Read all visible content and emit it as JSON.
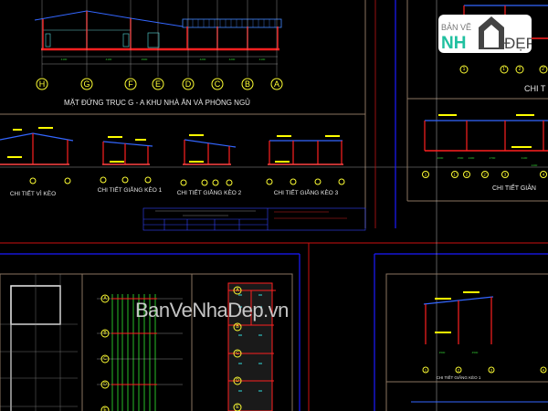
{
  "drawing": {
    "elevation_title": "MẶT ĐỨNG TRỤC G - A KHU NHÀ ĂN VÀ PHÒNG NGỦ",
    "elevation_axes": [
      "H",
      "G",
      "F",
      "E",
      "D",
      "C",
      "B",
      "A"
    ],
    "elevation_dims": [
      "4100",
      "4100",
      "2900",
      "",
      "4200",
      "4200",
      "4100"
    ],
    "details": [
      {
        "title": "CHI TIẾT VÌ KÈO"
      },
      {
        "title": "CHI TIẾT GIẰNG KÈO 1"
      },
      {
        "title": "CHI TIẾT GIẰNG KÈO 2"
      },
      {
        "title": "CHI TIẾT GIẰNG KÈO 3"
      }
    ],
    "right_top_title": "CHI T",
    "right_mid_title": "CHI TIẾT GIẰN",
    "right_axes": [
      "1",
      "1'",
      "2",
      "2'",
      "3",
      "4"
    ],
    "right_top_axes": [
      "1",
      "1'",
      "2",
      "2'"
    ],
    "right_mid_dims": [
      "4000",
      "1500",
      "2400",
      "2700",
      "3100",
      "2400"
    ],
    "bottom_right_title": "CHI TIẾT GIẰNG KÈO 1",
    "bottom_right_axes": [
      "1",
      "2",
      "3",
      "A"
    ],
    "bottom_right_dims": [
      "4500",
      "4500"
    ],
    "plan_axes": [
      "A",
      "B",
      "C",
      "D",
      "E"
    ],
    "colors": {
      "background": "#000000",
      "column": "#ff2020",
      "roof": "#3366ff",
      "axis": "#ffff33",
      "dimension": "#33cc33",
      "frame_blue": "#1a1aff",
      "frame_red": "#cc1111",
      "border": "#8a7560"
    }
  },
  "watermark": {
    "logo_line1": "BẢN VẼ",
    "logo_line2": "NH",
    "logo_line3": "ĐẸP",
    "site": "BanVeNhaDep.vn"
  }
}
